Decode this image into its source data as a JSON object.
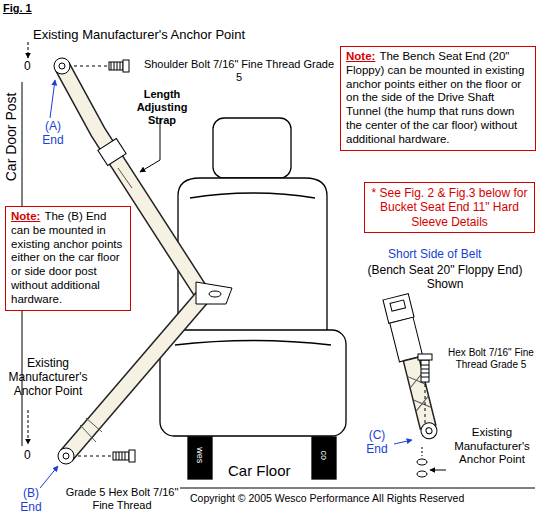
{
  "diagram": {
    "title": "Fig. 1",
    "nodes": [
      {
        "text": [
          "Note:",
          "The Bench Seat End (20\" Floppy) can be mounted in existing anchor points either on the floor or on the side of the Drive Shaft Tunnel (the hump that runs down the center of the car floor) without additional hardware."
        ]
      },
      {
        "text": [
          "* See Fig. 2 & Fig.3 below for Bucket Seat End 11\" Hard Sleeve Details"
        ]
      },
      {
        "text": [
          "Note:",
          "The (B) End can be mounted in existing anchor points either on the car floor or side door post without additional hardware."
        ]
      }
    ],
    "labels": [
      "Existing Manufacturer's Anchor Point",
      "0",
      "Car Door Post",
      "Shoulder Bolt 7/16\" Fine Thread Grade 5",
      "(A) End",
      "Length Adjusting Strap",
      "Short Side of Belt",
      "(Bench Seat 20\" Floppy End) Shown",
      "Hex Bolt 7/16\" Fine Thread Grade 5",
      "Existing Manufacturer's Anchor Point",
      "0",
      "(C) End",
      "Existing Manufacturer's Anchor Point",
      "wes",
      "co",
      "Car Floor",
      "(B) End",
      "Grade 5 Hex Bolt 7/16\" Fine Thread",
      "Copyright © 2005 Wesco Performance All Rights Reserved"
    ]
  }
}
